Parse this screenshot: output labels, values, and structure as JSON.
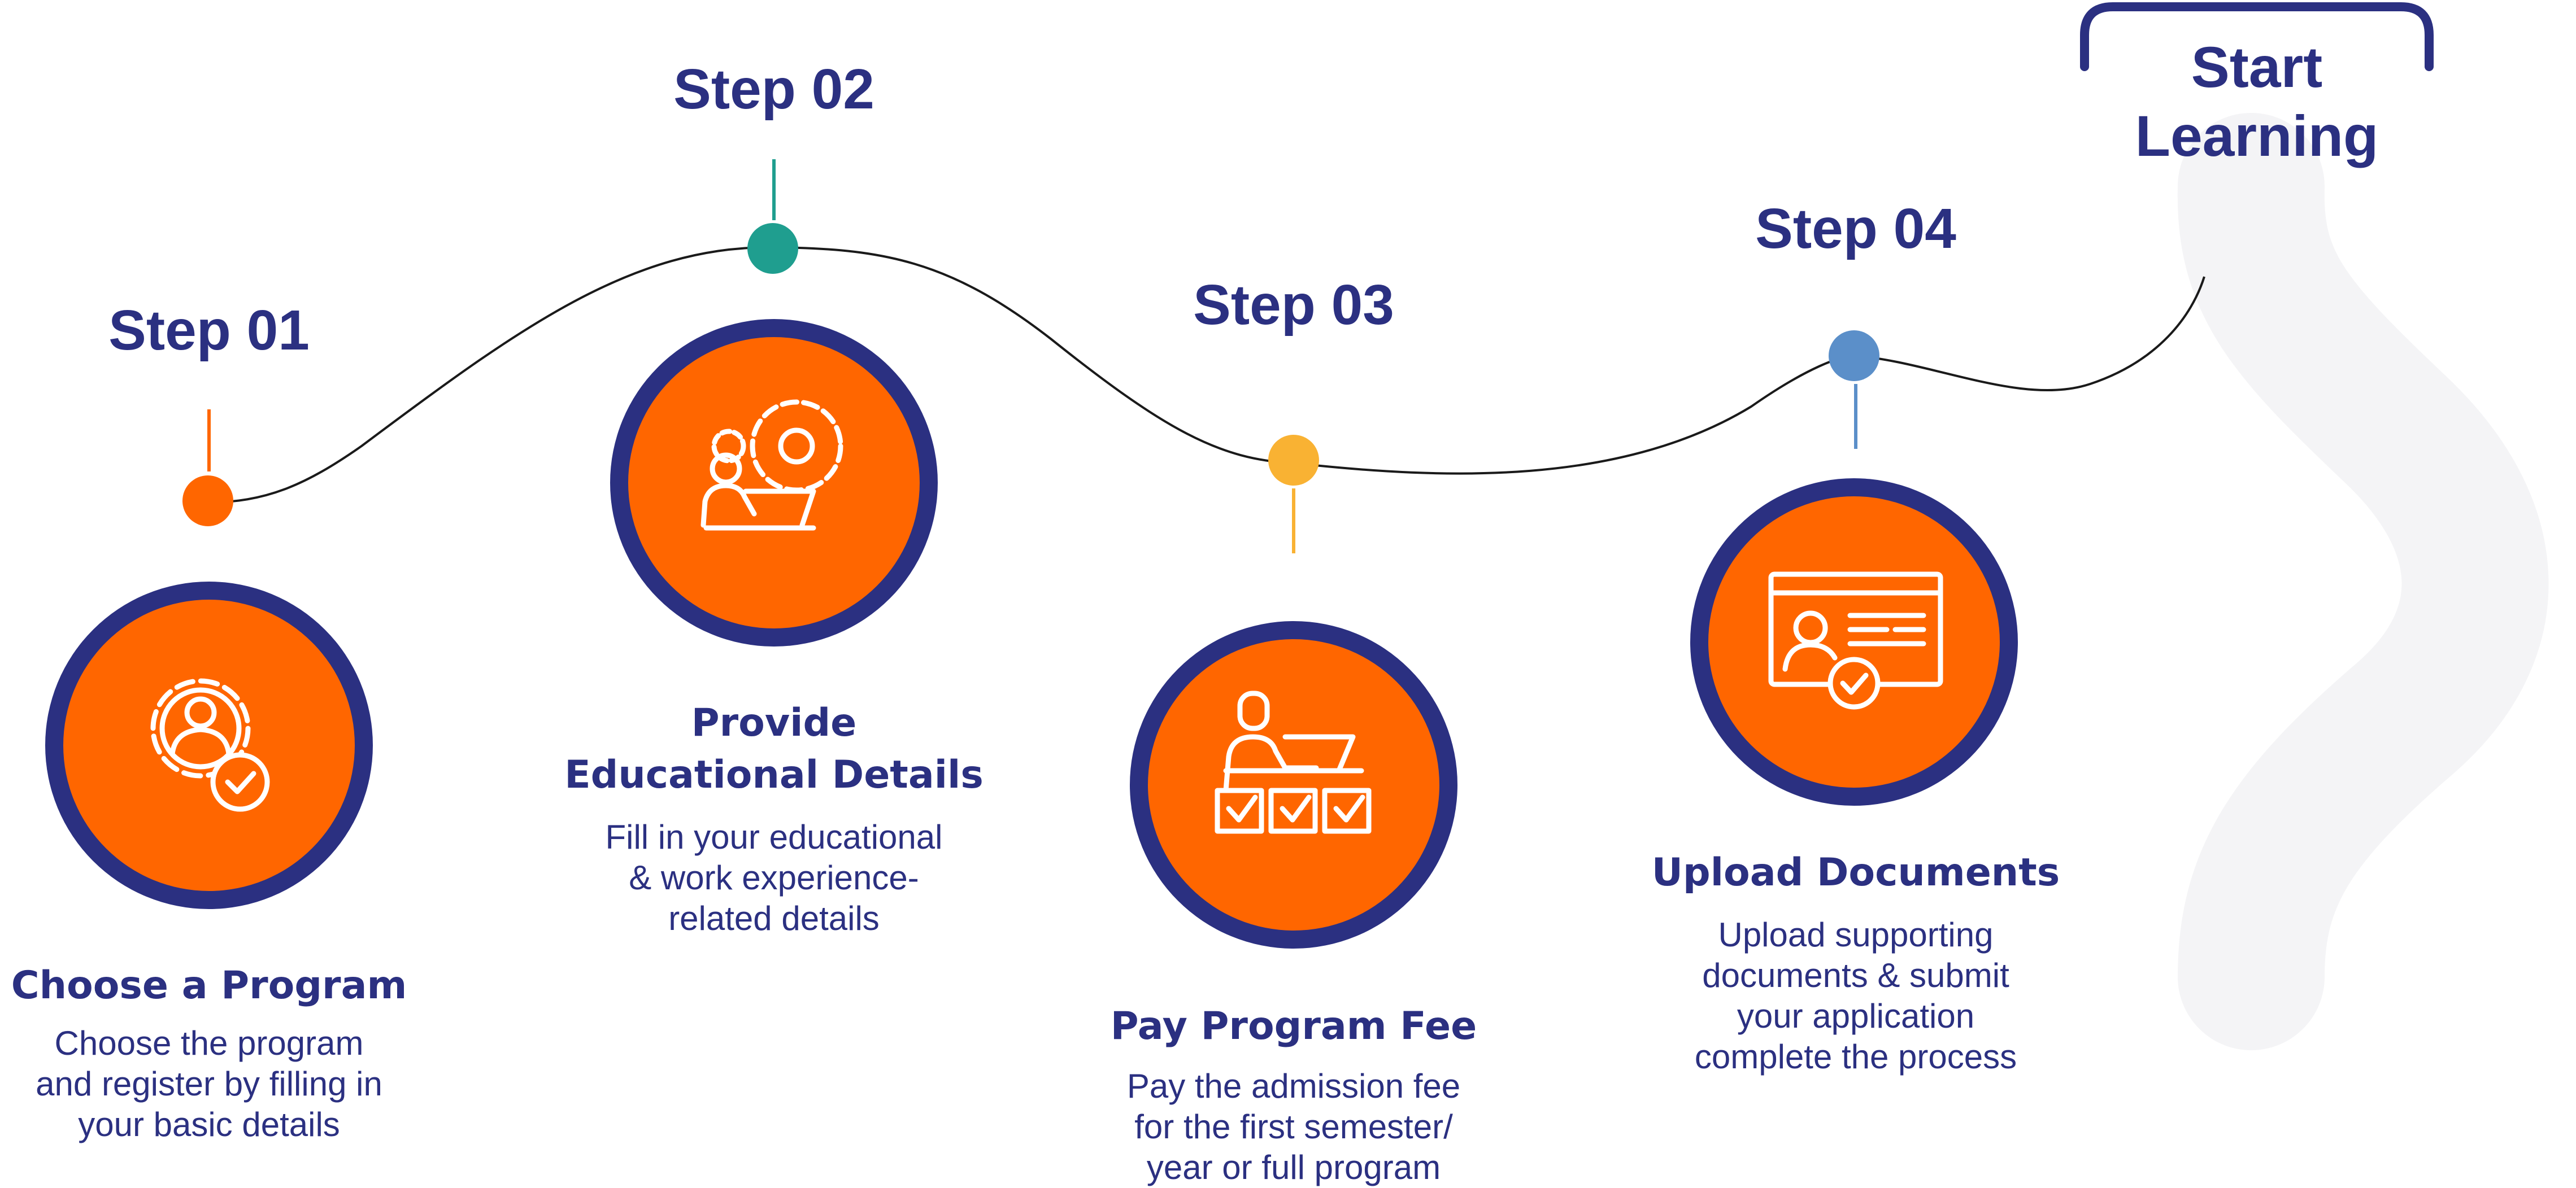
{
  "colors": {
    "navy": "#2B3081",
    "orange": "#FF6600",
    "teal": "#1F9E8F",
    "amber": "#F9B233",
    "steel": "#5B8FC9",
    "curve": "#1a1a1a",
    "white": "#ffffff"
  },
  "finish": {
    "line1": "Start",
    "line2": "Learning"
  },
  "steps": [
    {
      "label": "Step 01",
      "title": "Choose a Program",
      "desc": [
        "Choose the program",
        "and register by filling in",
        "your basic details"
      ],
      "marker_color": "orange",
      "icon": "gear-user-check-icon"
    },
    {
      "label": "Step 02",
      "title": "Provide Educational Details",
      "title_lines": [
        "Provide",
        "Educational Details"
      ],
      "desc": [
        "Fill in your educational",
        "& work experience-",
        "related details"
      ],
      "marker_color": "teal",
      "icon": "person-laptop-gear-icon"
    },
    {
      "label": "Step 03",
      "title": "Pay Program Fee",
      "desc": [
        "Pay the admission fee",
        "for the first semester/",
        "year or full program"
      ],
      "marker_color": "amber",
      "icon": "person-desk-checkboxes-icon"
    },
    {
      "label": "Step 04",
      "title": "Upload Documents",
      "desc": [
        "Upload supporting",
        "documents & submit",
        "your application",
        "complete the process"
      ],
      "marker_color": "steel",
      "icon": "id-card-check-icon"
    }
  ]
}
